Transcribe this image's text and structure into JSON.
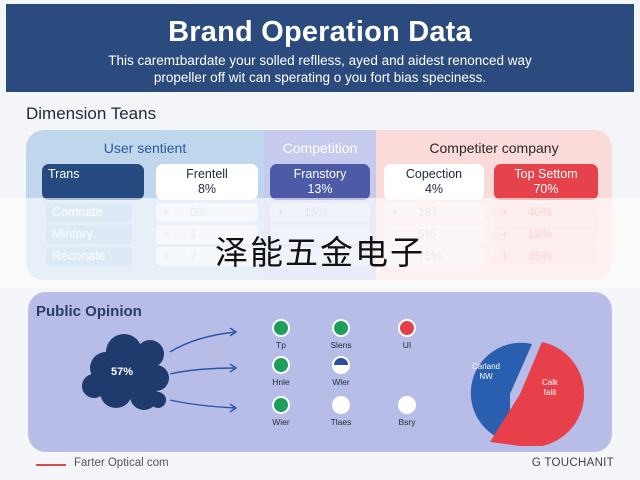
{
  "header": {
    "title": "Brand Operation Data",
    "subtitle_line1": "This caremɪbardate your solled reflless, ayed and aidest renonced way",
    "subtitle_line2": "propeller off wit can sperating o you fort bias speciness."
  },
  "dimension": {
    "label": "Dimension Teans",
    "column_headers": [
      "User sentient",
      "Competition",
      "Competiter company"
    ],
    "cards": [
      {
        "label": "Trans",
        "value": "",
        "style": "dark"
      },
      {
        "label": "Frentell",
        "value": "8%",
        "style": "light"
      },
      {
        "label": "Franstory",
        "value": "13%",
        "style": "purple"
      },
      {
        "label": "Copection",
        "value": "4%",
        "style": "light"
      },
      {
        "label": "Top Settom",
        "value": "70%",
        "style": "red"
      }
    ],
    "rows": [
      {
        "label": "Comnate",
        "cells": [
          {
            "sign": "+",
            "value": "0%"
          },
          {
            "sign": "+",
            "value": "15%"
          },
          {
            "sign": "+",
            "value": "187"
          },
          {
            "sign": "+",
            "value": "40%"
          }
        ]
      },
      {
        "label": "Mintory",
        "cells": [
          {
            "sign": "+",
            "value": "1"
          },
          {
            "sign": "",
            "value": ""
          },
          {
            "sign": "",
            "value": "5%"
          },
          {
            "sign": "+",
            "value": "18%"
          }
        ]
      },
      {
        "label": "Reconate",
        "cells": [
          {
            "sign": "+",
            "value": "7"
          },
          {
            "sign": "",
            "value": ""
          },
          {
            "sign": "",
            "value": "75%"
          },
          {
            "sign": "+",
            "value": "35%"
          }
        ]
      }
    ]
  },
  "watermark": "泽能五金电子",
  "public_opinion": {
    "title": "Public Opinion",
    "cloud_value": "57%",
    "dots": [
      {
        "label": "Tp",
        "color": "#1f9e5a"
      },
      {
        "label": "Slens",
        "color": "#1f9e5a"
      },
      {
        "label": "UI",
        "color": "#e0414a"
      },
      {
        "label": "Hnle",
        "color": "#1f9e5a"
      },
      {
        "label": "Wler",
        "color": "#2a4ea0"
      },
      {
        "label": "Wier",
        "color": "#1f9e5a"
      },
      {
        "label": "Tlaes",
        "color": "#ffffff"
      },
      {
        "label": "Bsry",
        "color": "#ffffff"
      }
    ],
    "pie": {
      "blue_label": "Carland\nNW",
      "red_label": "Calk\nfalit",
      "blue_color": "#2a5fb0",
      "red_color": "#e8404a"
    }
  },
  "footer": {
    "left": "Farter Optical com",
    "right": "G TOUCHANIT"
  }
}
